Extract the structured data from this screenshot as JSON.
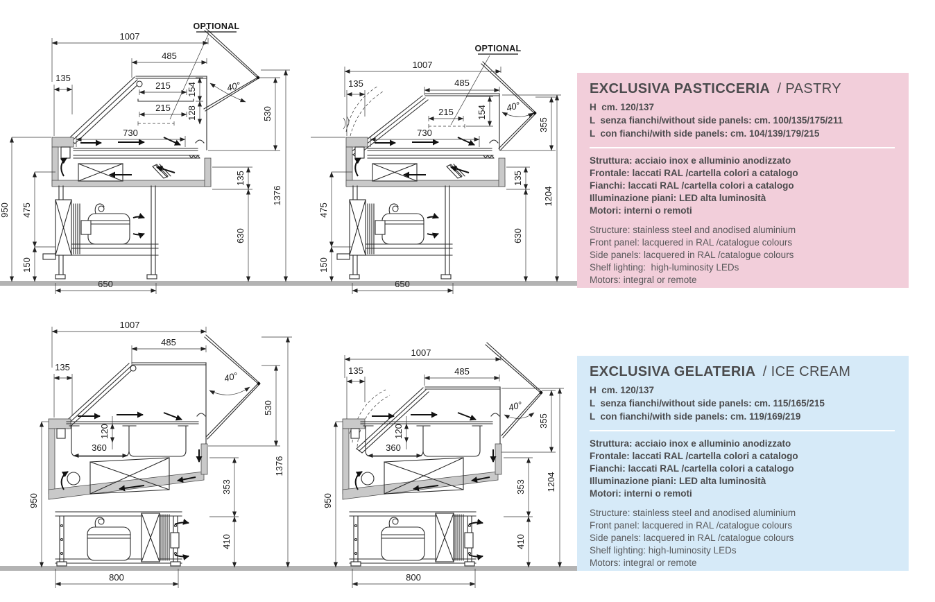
{
  "colors": {
    "pastry_panel_bg": "#F2CEDA",
    "gelateria_panel_bg": "#D6EAF8",
    "text_dark": "#4B4B4D",
    "ground": "#B3B3B3"
  },
  "drawings": {
    "labels": {
      "optional": "OPTIONAL",
      "angle": "40°"
    },
    "pastry_open": {
      "overall_width": "1007",
      "lid_width": "485",
      "front_offset": "135",
      "shelf1_width": "215",
      "shelf1_height": "154",
      "shelf2_width": "215",
      "shelf2_height": "128",
      "deck_width": "730",
      "lid_open_height": "530",
      "body_depth": "135",
      "underframe_height": "630",
      "total_height": "1376",
      "counter_height": "950",
      "motor_zone_height": "475",
      "base_height": "150",
      "base_width": "650"
    },
    "pastry_service": {
      "overall_width": "1007",
      "lid_width": "485",
      "front_offset": "135",
      "shelf1_width": "215",
      "shelf1_height": "154",
      "deck_width": "730",
      "lid_open_height": "355",
      "body_depth": "135",
      "underframe_height": "630",
      "total_height": "1204",
      "counter_height": "950",
      "motor_zone_height": "475",
      "base_height": "150",
      "base_width": "650"
    },
    "gelato_open": {
      "overall_width": "1007",
      "lid_width": "485",
      "front_offset": "135",
      "lid_open_height": "530",
      "well_depth": "120",
      "pan_width": "360",
      "body_depth": "353",
      "stand_height": "410",
      "total_height": "1376",
      "counter_height": "950",
      "base_width": "800"
    },
    "gelato_service": {
      "overall_width": "1007",
      "lid_width": "485",
      "front_offset": "135",
      "lid_open_height": "355",
      "well_depth": "120",
      "pan_width": "360",
      "body_depth": "353",
      "stand_height": "410",
      "total_height": "1204",
      "counter_height": "950",
      "base_width": "800"
    }
  },
  "panels": {
    "pastry": {
      "bg": "#F2CEDA",
      "title_main": "EXCLUSIVA PASTICCERIA",
      "title_sub": "/ PASTRY",
      "size_lines": [
        "H  cm. 120/137",
        "L  senza fianchi/without side panels: cm. 100/135/175/211",
        "L  con fianchi/with side panels: cm. 104/139/179/215"
      ],
      "specs_it": [
        "Struttura: acciaio inox e alluminio anodizzato",
        "Frontale: laccati RAL /cartella colori a catalogo",
        "Fianchi: laccati RAL /cartella colori a catalogo",
        "Illuminazione piani: LED alta luminosità",
        "Motori: interni o remoti"
      ],
      "specs_en": [
        "Structure: stainless steel and anodised aluminium",
        "Front panel: lacquered in RAL /catalogue colours",
        "Side panels: lacquered in RAL /catalogue colours",
        "Shelf lighting:  high-luminosity LEDs",
        "Motors: integral or remote"
      ]
    },
    "gelateria": {
      "bg": "#D6EAF8",
      "title_main": "EXCLUSIVA GELATERIA",
      "title_sub": "/ ICE CREAM",
      "size_lines": [
        "H  cm. 120/137",
        "L  senza fianchi/without side panels: cm. 115/165/215",
        "L  con fianchi/with side panels: cm. 119/169/219"
      ],
      "specs_it": [
        "Struttura: acciaio inox e alluminio anodizzato",
        "Frontale: laccati RAL /cartella colori a catalogo",
        "Fianchi: laccati RAL /cartella colori a catalogo",
        "Illuminazione piani: LED alta luminosità",
        "Motori: interni o remoti"
      ],
      "specs_en": [
        "Structure: stainless steel and anodised aluminium",
        "Front panel: lacquered in RAL /catalogue colours",
        "Side panels: lacquered in RAL /catalogue colours",
        "Shelf lighting: high-luminosity LEDs",
        "Motors: integral or remote"
      ]
    }
  }
}
